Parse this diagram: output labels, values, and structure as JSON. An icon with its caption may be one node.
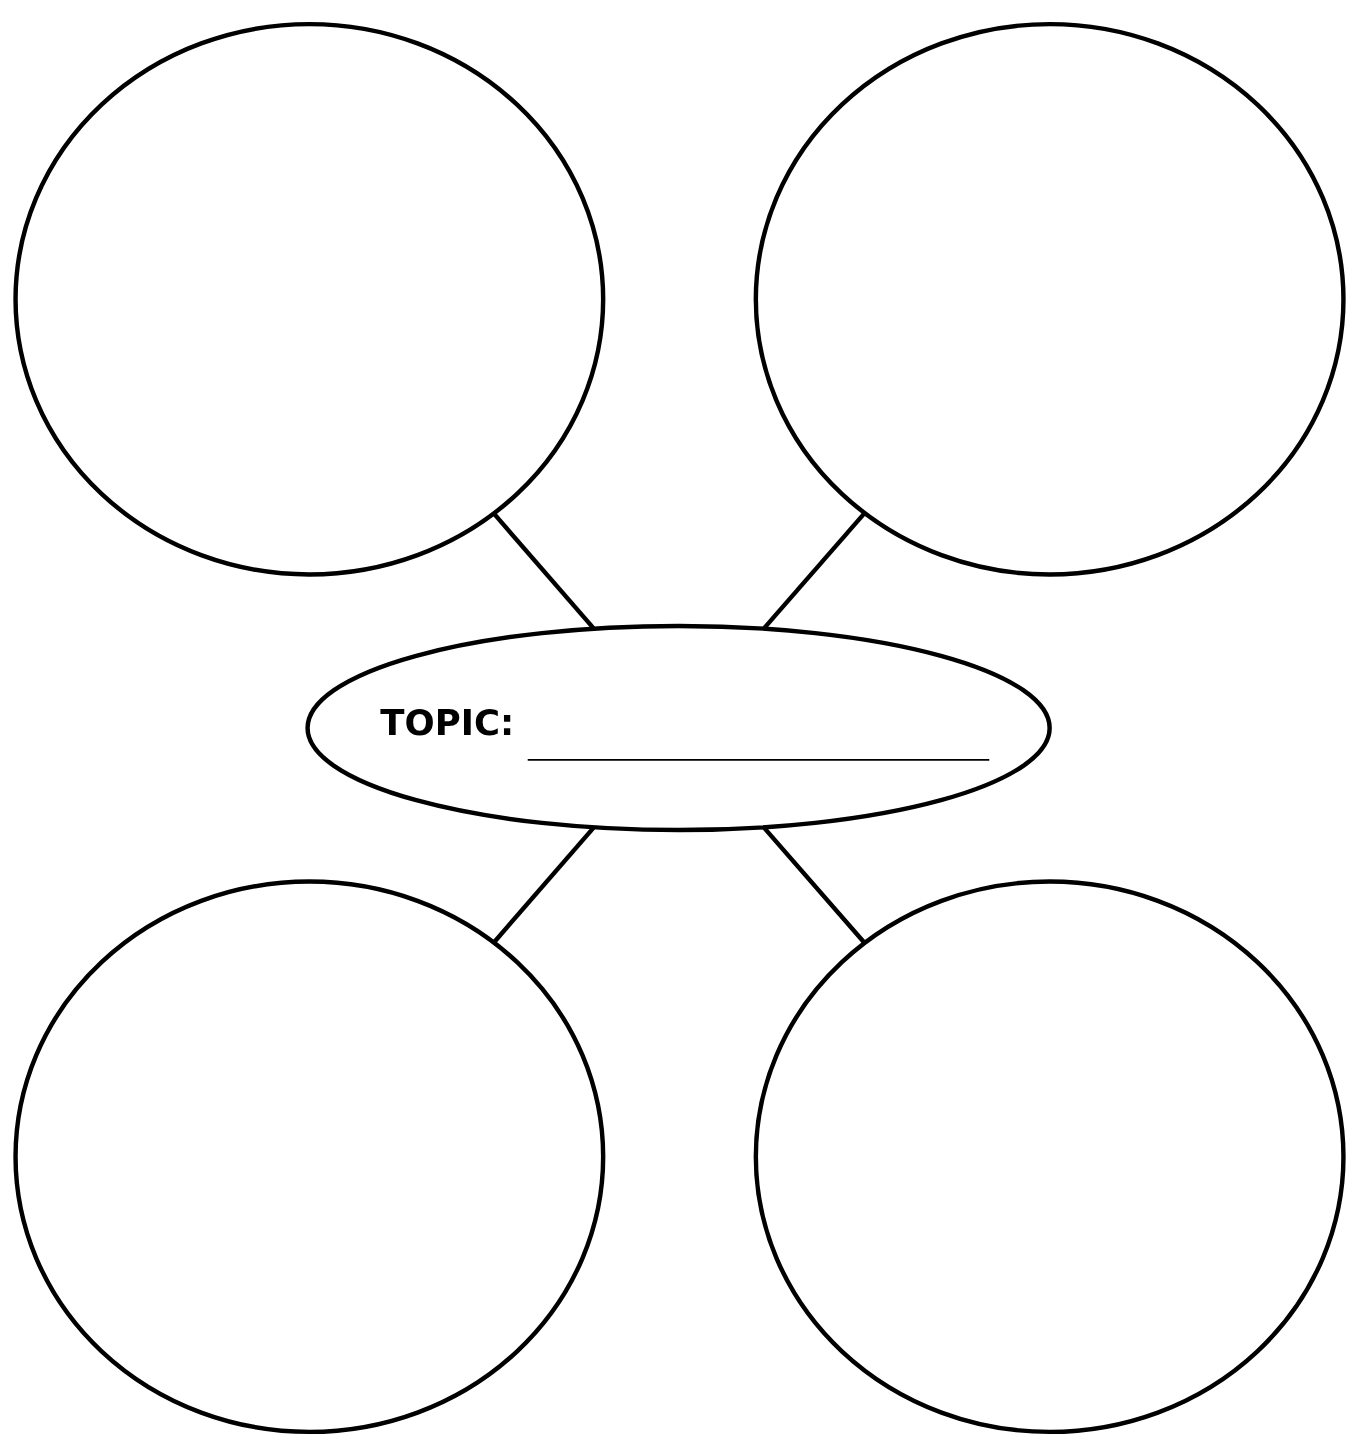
{
  "diagram": {
    "nodes": [
      {
        "text": [],
        "shape": "circle"
      },
      {
        "text": [],
        "shape": "circle"
      },
      {
        "text": [
          "TOPIC:"
        ]
      },
      {
        "text": [],
        "shape": "circle"
      },
      {
        "text": [],
        "shape": "circle"
      }
    ],
    "edges": [
      {
        "from": 0,
        "to": 2,
        "arrow": "none"
      },
      {
        "from": 1,
        "to": 2,
        "arrow": "none"
      },
      {
        "from": 2,
        "to": 3,
        "arrow": "none"
      },
      {
        "from": 2,
        "to": 4,
        "arrow": "none"
      }
    ]
  }
}
